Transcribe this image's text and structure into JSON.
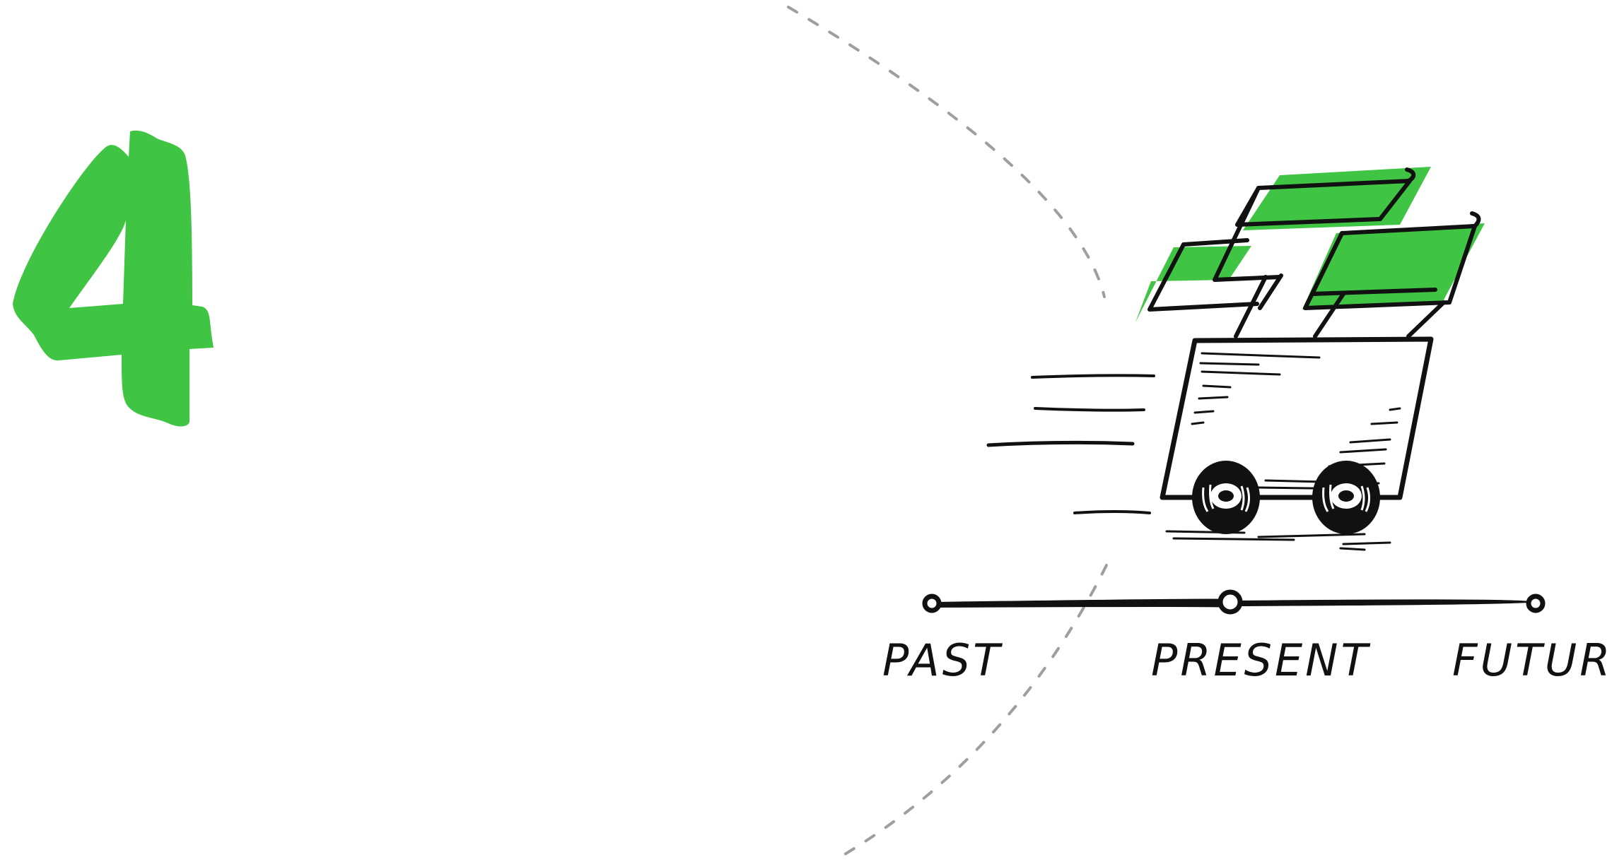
{
  "step_number": "4",
  "timeline": {
    "labels": {
      "past": "PAST",
      "present": "PRESENT",
      "future": "FUTURE"
    }
  },
  "illustration": {
    "subject": "cart-with-flags-icon",
    "accent_color": "#40C443",
    "ink_color": "#111111",
    "divider_color": "#9e9e9e"
  }
}
